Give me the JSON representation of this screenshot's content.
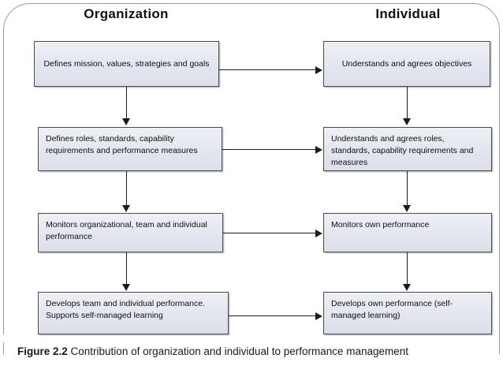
{
  "figure": {
    "frame_color": "#9a9a9a",
    "box_fill": "#e6e9f0",
    "box_border": "#4a4a4a",
    "connector_color": "#1b1b1b",
    "columns": [
      {
        "id": "organization",
        "title": "Organization"
      },
      {
        "id": "individual",
        "title": "Individual"
      }
    ],
    "nodes": {
      "org": [
        {
          "id": "org-1",
          "text": "Defines mission, values, strategies and goals"
        },
        {
          "id": "org-2",
          "text": "Defines roles, standards, capability requirements and performance measures"
        },
        {
          "id": "org-3",
          "text": "Monitors organizational, team and individual performance"
        },
        {
          "id": "org-4",
          "text": "Develops team and individual performance. Supports self-managed learning"
        }
      ],
      "ind": [
        {
          "id": "ind-1",
          "text": "Understands and agrees objectives"
        },
        {
          "id": "ind-2",
          "text": "Understands and agrees roles, standards, capability requirements and measures"
        },
        {
          "id": "ind-3",
          "text": "Monitors own performance"
        },
        {
          "id": "ind-4",
          "text": "Develops own performance (self-managed learning)"
        }
      ]
    },
    "caption": {
      "number": "Figure 2.2",
      "text": "Contribution of organization and individual to performance management"
    }
  }
}
